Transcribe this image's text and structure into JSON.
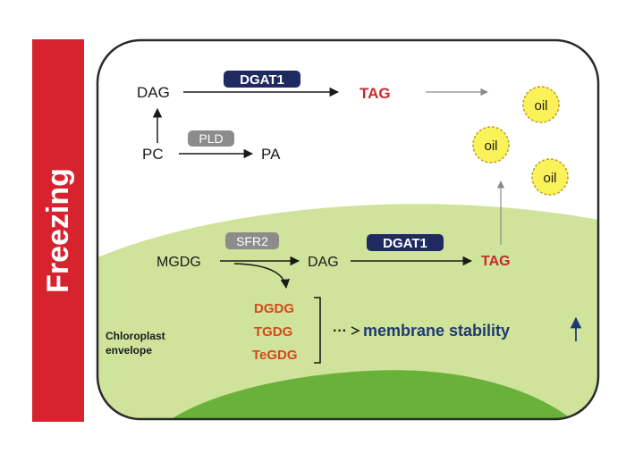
{
  "side_label": "Freezing",
  "cytoplasm": {
    "dag": "DAG",
    "tag": "TAG",
    "pc": "PC",
    "pa": "PA",
    "enzyme_dgat1": "DGAT1",
    "enzyme_pld": "PLD"
  },
  "oil_droplets": [
    "oil",
    "oil",
    "oil"
  ],
  "chloroplast": {
    "mgdg": "MGDG",
    "dag": "DAG",
    "tag": "TAG",
    "enzyme_sfr2": "SFR2",
    "enzyme_dgat1": "DGAT1",
    "products": [
      "DGDG",
      "TGDG",
      "TeGDG"
    ],
    "outcome": "membrane stability",
    "outcome_dots": "···",
    "envelope_label": [
      "Chloroplast",
      "envelope"
    ]
  },
  "colors": {
    "side_bar": "#d7232e",
    "dark_box": "#1f2a63",
    "grey_box": "#8c8c8c",
    "red_text": "#c8292d",
    "orange_text": "#d24a1c",
    "navy_text": "#1f3a72",
    "green_light": "#cfe39a",
    "green_dark": "#6ab13c",
    "oil_fill": "#fbf25a",
    "oil_stroke": "#b9a21f"
  }
}
